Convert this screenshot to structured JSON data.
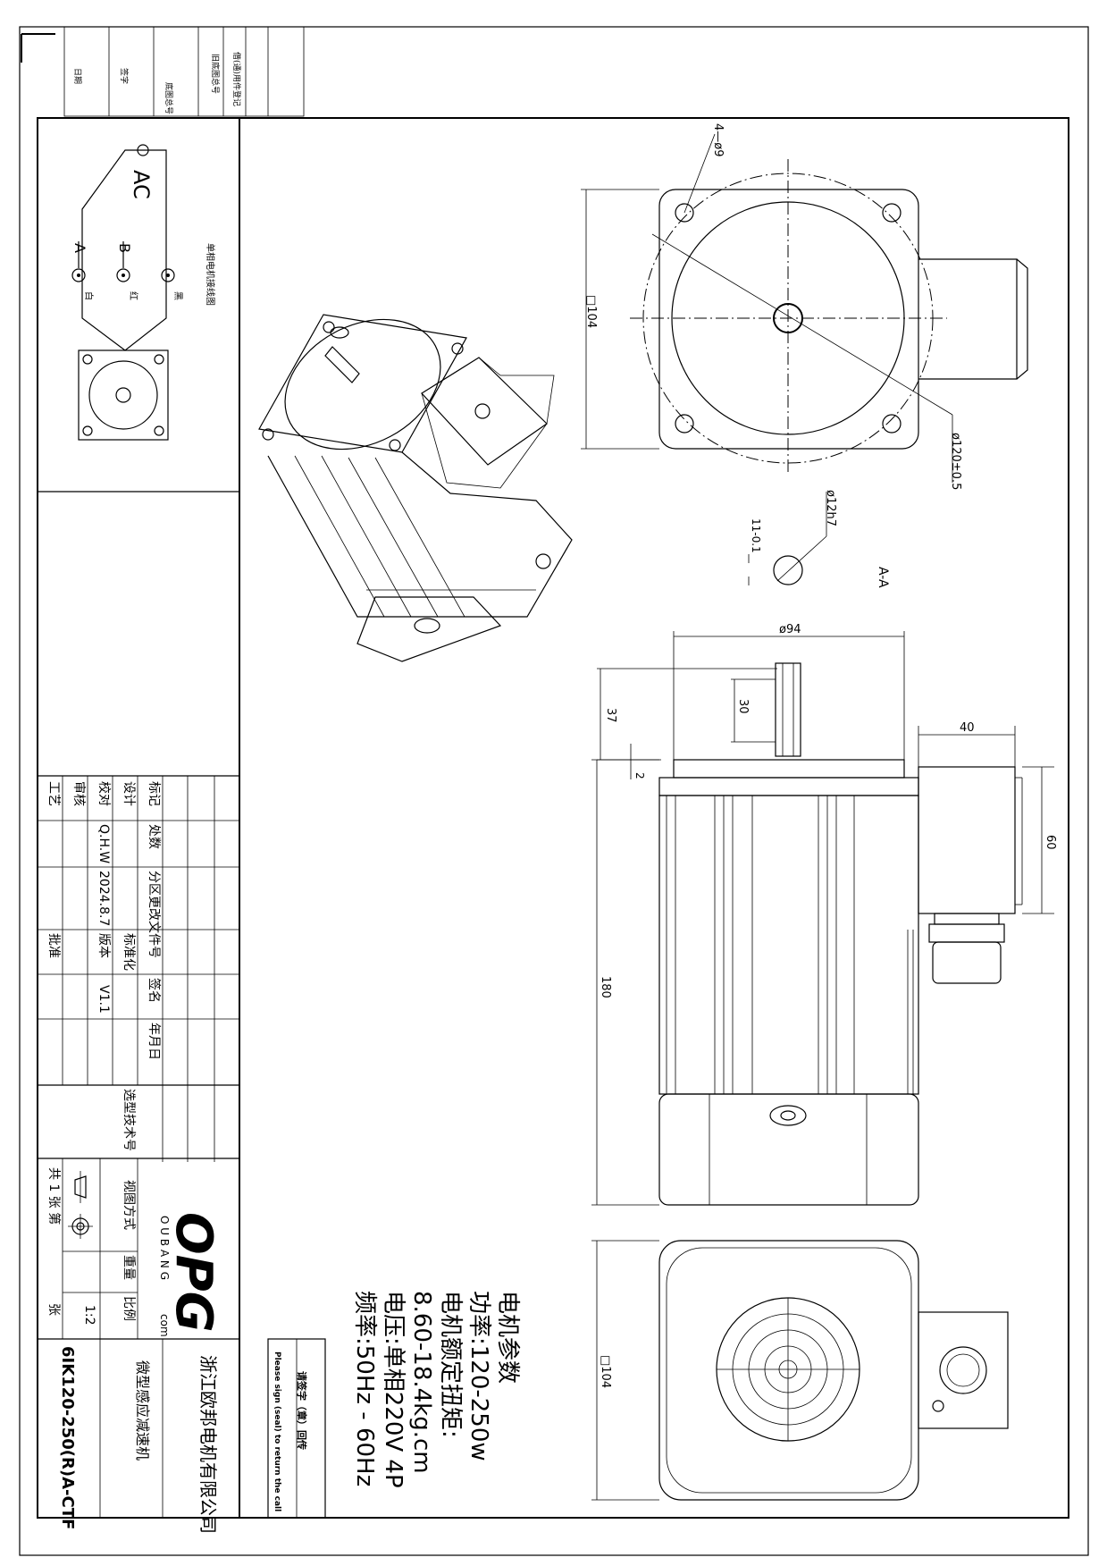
{
  "revision_strip": {
    "row1": "借(通)用件登记",
    "row2": "旧底图总号",
    "row3": "底图总号",
    "row4": "签字",
    "row5": "日期"
  },
  "wiring": {
    "title": "单相电机接线图",
    "ac_label": "AC",
    "terminal_a": "A",
    "terminal_b": "B",
    "wire_white": "白",
    "wire_red": "红",
    "wire_black": "黑"
  },
  "params": {
    "heading": "电机参数",
    "power": "功率:120-250w",
    "torque_label": "电机额定扭矩:",
    "torque_value": "8.60-18.4kg.cm",
    "voltage": "电压:单相220V 4P",
    "frequency": "频率:50Hz - 60Hz"
  },
  "return_box": {
    "line1": "请签字（章）回传",
    "line2": "Please sign (seal) to return the call"
  },
  "dimensions": {
    "holes": "4—ø9",
    "square": "□104",
    "pcd": "ø120±0.5",
    "shaft_dia": "ø12h7",
    "shaft_flat": "11-0.1",
    "section": "A-A",
    "body_dia": "ø94",
    "shaft_len": "37",
    "key_len": "30",
    "pilot": "2",
    "box_w": "40",
    "box_h": "60",
    "body_len": "180",
    "end_square": "□104"
  },
  "title_block": {
    "col_mark": "标记",
    "col_count": "处数",
    "col_zone": "分区",
    "col_change": "更改文件号",
    "col_sign": "签名",
    "col_date": "年月日",
    "design": "设计",
    "check": "校对",
    "review": "审核",
    "process": "工艺",
    "approve": "批准",
    "standardize": "标准化",
    "designer": "Q.H.W",
    "date": "2024.8.7",
    "version_label": "版本",
    "version": "V1.1",
    "selection_no": "选型技术号",
    "projection": "视图方式",
    "weight": "重量",
    "scale_label": "比例",
    "scale": "1:2",
    "sheets": "共 1 张 第",
    "sheet_no": "张",
    "company": "浙江欧邦电机有限公司",
    "logo": "OPG",
    "logo_sub": "O U B A N G",
    "logo_com": "com",
    "product_name": "微型感应减速机",
    "model": "6IK120-250(R)A-CTF"
  }
}
